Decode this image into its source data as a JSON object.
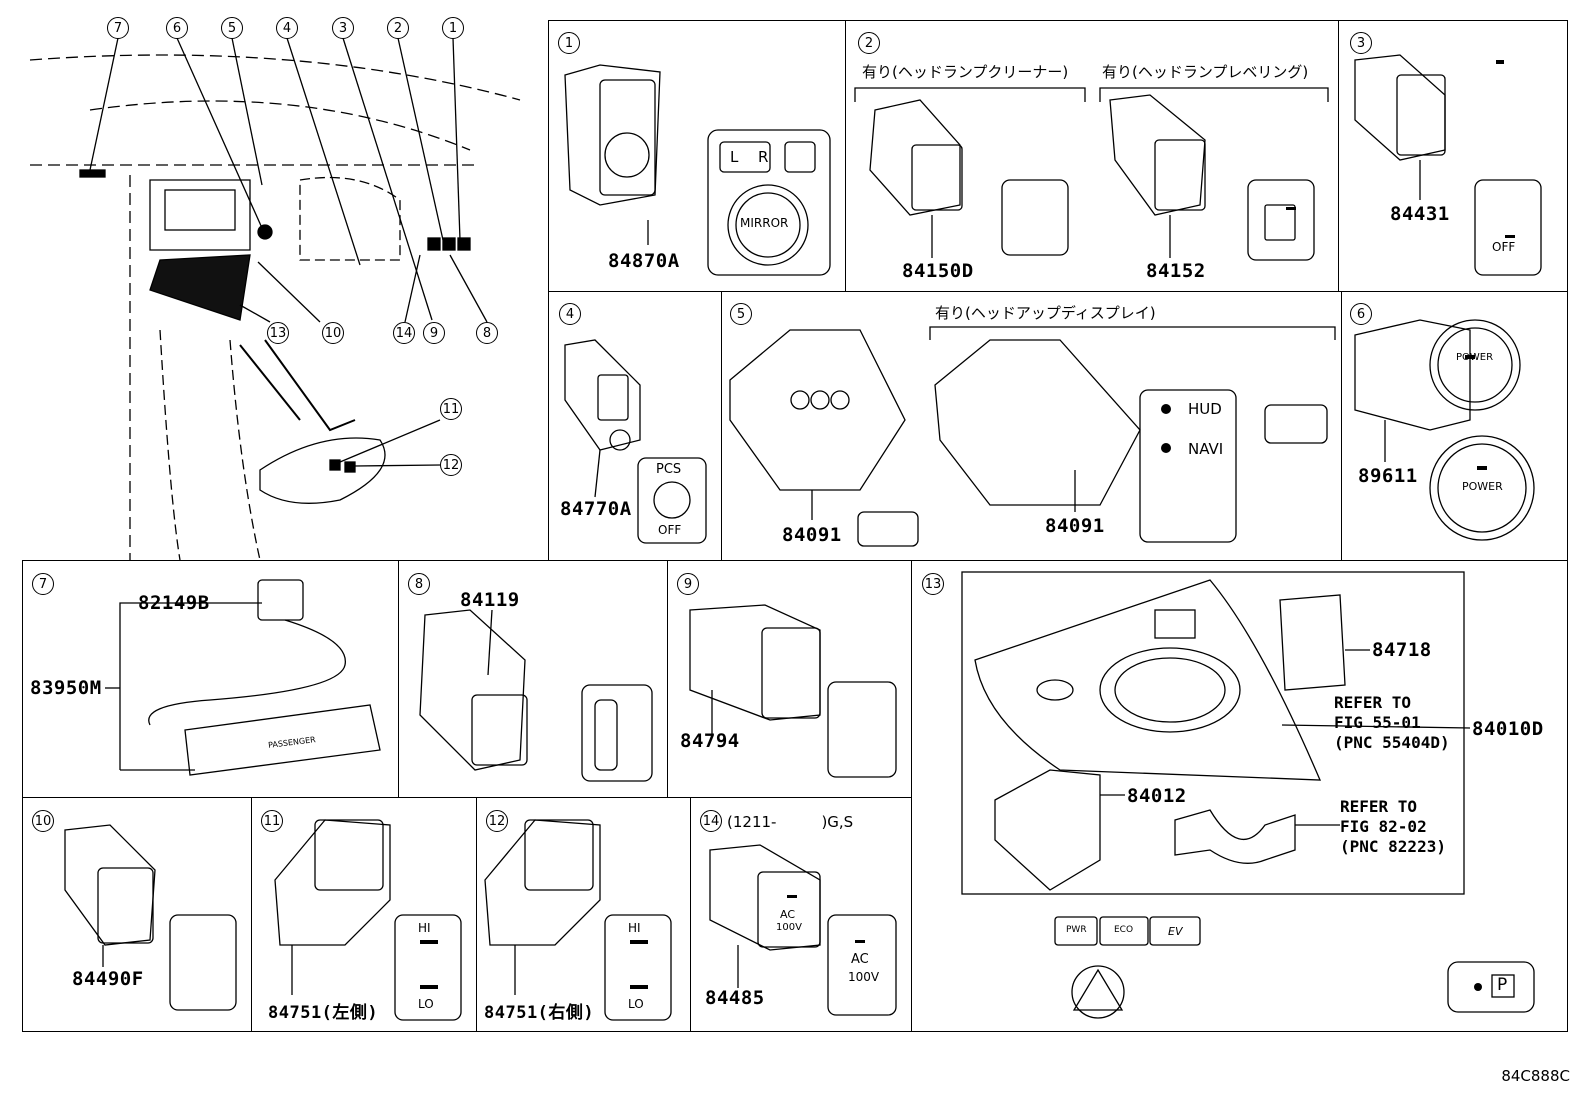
{
  "overview": {
    "callouts": [
      "7",
      "6",
      "5",
      "4",
      "3",
      "2",
      "1",
      "13",
      "10",
      "14",
      "9",
      "8",
      "11",
      "12"
    ]
  },
  "panels": [
    {
      "id": "p1",
      "num": "1",
      "parts": [
        "84870A"
      ],
      "switch_text": {
        "l": "L",
        "r": "R",
        "mirror": "MIRROR"
      }
    },
    {
      "id": "p2",
      "num": "2",
      "headers": [
        "有り(ヘッドランプクリーナー)",
        "有り(ヘッドランプレベリング)"
      ],
      "parts": [
        "84150D",
        "84152"
      ]
    },
    {
      "id": "p3",
      "num": "3",
      "parts": [
        "84431"
      ],
      "switch_text": {
        "off": "OFF"
      }
    },
    {
      "id": "p4",
      "num": "4",
      "parts": [
        "84770A"
      ],
      "switch_text": {
        "pcs": "PCS",
        "off": "OFF"
      }
    },
    {
      "id": "p5",
      "num": "5",
      "headers": [
        "有り(ヘッドアップディスプレイ)"
      ],
      "parts": [
        "84091",
        "84091"
      ],
      "switch_text": {
        "hud": "HUD",
        "navi": "NAVI"
      }
    },
    {
      "id": "p6",
      "num": "6",
      "parts": [
        "89611"
      ],
      "switch_text": {
        "power": "POWER"
      }
    },
    {
      "id": "p7",
      "num": "7",
      "parts": [
        "82149B",
        "83950M"
      ],
      "switch_text": {
        "passenger": "PASSENGER"
      }
    },
    {
      "id": "p8",
      "num": "8",
      "parts": [
        "84119"
      ]
    },
    {
      "id": "p9",
      "num": "9",
      "parts": [
        "84794"
      ]
    },
    {
      "id": "p13",
      "num": "13",
      "parts": [
        "84718",
        "84010D",
        "84012"
      ],
      "refs": [
        "REFER TO\nFIG 55-01\n(PNC 55404D)",
        "REFER TO\nFIG 82-02\n(PNC 82223)"
      ],
      "switch_text": {
        "pwr": "PWR",
        "eco": "ECO",
        "ev": "EV",
        "p": "P"
      }
    },
    {
      "id": "p10",
      "num": "10",
      "parts": [
        "84490F"
      ]
    },
    {
      "id": "p11",
      "num": "11",
      "parts": [
        "84751(左側)"
      ],
      "switch_text": {
        "hi": "HI",
        "lo": "LO"
      }
    },
    {
      "id": "p12",
      "num": "12",
      "parts": [
        "84751(右側)"
      ],
      "switch_text": {
        "hi": "HI",
        "lo": "LO"
      }
    },
    {
      "id": "p14",
      "num": "14",
      "note": "(1211-　　　)G,S",
      "parts": [
        "84485"
      ],
      "switch_text": {
        "ac": "AC",
        "v": "100V"
      }
    }
  ],
  "drawing_code": "84C888C"
}
